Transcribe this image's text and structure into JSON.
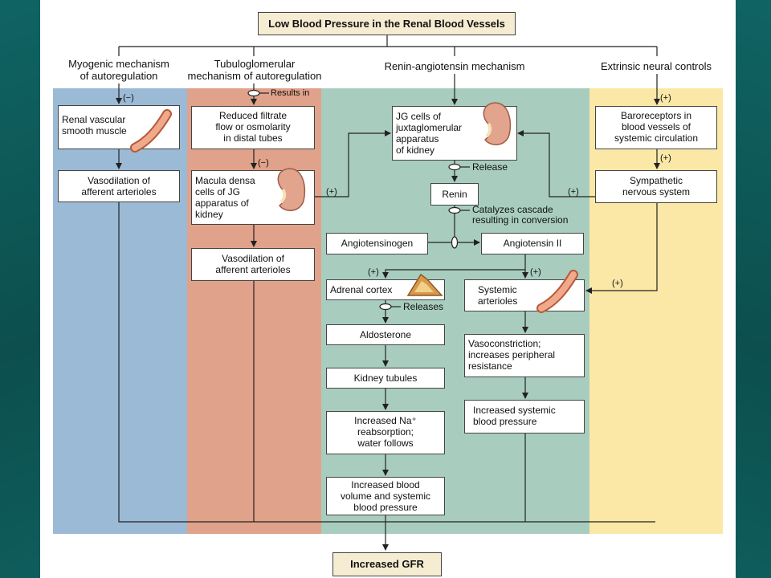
{
  "title": "Low Blood Pressure in the Renal Blood Vessels",
  "headers": {
    "myogenic": [
      "Myogenic mechanism",
      "of autoregulation"
    ],
    "tubulo": [
      "Tubuloglomerular",
      "mechanism of autoregulation"
    ],
    "renin": "Renin-angiotensin mechanism",
    "neural": "Extrinsic neural controls"
  },
  "boxes": {
    "renal_vascular": [
      "Renal vascular",
      "smooth muscle"
    ],
    "vasodilation_1": [
      "Vasodilation of",
      "afferent arterioles"
    ],
    "reduced_filtrate": [
      "Reduced filtrate",
      "flow or osmolarity",
      "in distal tubes"
    ],
    "macula_densa": [
      "Macula densa",
      "cells of JG",
      "apparatus of",
      "kidney"
    ],
    "vasodilation_2": [
      "Vasodilation of",
      "afferent arterioles"
    ],
    "jg_cells": [
      "JG cells of",
      "juxtaglomerular",
      "apparatus",
      "of kidney"
    ],
    "renin": "Renin",
    "angiotensinogen": "Angiotensinogen",
    "angiotensin_ii": "Angiotensin II",
    "adrenal_cortex": "Adrenal cortex",
    "aldosterone": "Aldosterone",
    "kidney_tubules": "Kidney tubules",
    "increased_na": [
      "Increased Na⁺",
      "reabsorption;",
      "water follows"
    ],
    "increased_volume": [
      "Increased blood",
      "volume and systemic",
      "blood pressure"
    ],
    "systemic_arterioles": [
      "Systemic",
      "arterioles"
    ],
    "vasoconstriction": [
      "Vasoconstriction;",
      "increases peripheral",
      "resistance"
    ],
    "increased_systemic": [
      "Increased systemic",
      "blood pressure"
    ],
    "baroreceptors": [
      "Baroreceptors in",
      "blood vessels of",
      "systemic circulation"
    ],
    "sympathetic": [
      "Sympathetic",
      "nervous system"
    ],
    "increased_gfr": "Increased GFR"
  },
  "labels": {
    "results_in": "Results in",
    "release": "Release",
    "catalyzes": [
      "Catalyzes cascade",
      "resulting in conversion"
    ],
    "releases": "Releases",
    "minus": "(−)",
    "plus": "(+)"
  },
  "colors": {
    "myogenic_col": "#9bbad6",
    "tubulo_col": "#e0a28a",
    "renin_col": "#a8cdbf",
    "neural_col": "#fbe8a6",
    "title_box": "#f6ecd2",
    "slide_bg": "#0e5a59"
  }
}
